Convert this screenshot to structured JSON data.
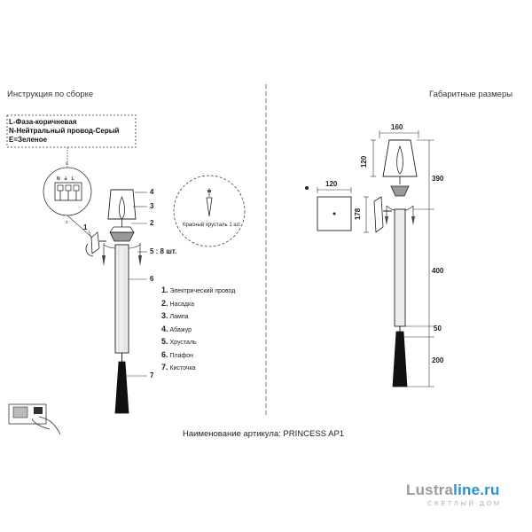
{
  "left_header": "Инструкция по сборке",
  "right_header": "Габаритные размеры",
  "wiring": [
    "L-Фаза-коричневая",
    "N-Нейтральный провод-Серый",
    "E=Зеленое"
  ],
  "terminal_labels": [
    "N",
    "⏚",
    "L"
  ],
  "crystal_note": "Красный хрусталь 1 шт.",
  "callouts": [
    "4",
    "3",
    "2",
    "5 : 8 шт.",
    "6",
    "1",
    "7"
  ],
  "legend": [
    {
      "num": "1.",
      "text": "Электрический провод"
    },
    {
      "num": "2.",
      "text": "Насадка"
    },
    {
      "num": "3.",
      "text": "Лампа"
    },
    {
      "num": "4.",
      "text": "Абажур"
    },
    {
      "num": "5.",
      "text": "Хрусталь"
    },
    {
      "num": "6.",
      "text": "Плафон"
    },
    {
      "num": "7.",
      "text": "Кисточка"
    }
  ],
  "dimensions": {
    "shade_width": "160",
    "shade_height": "120",
    "base_width": "120",
    "bracket_height": "178",
    "upper_height": "390",
    "rod_length": "400",
    "cap_length": "50",
    "tassel_length": "200"
  },
  "article_label": "Наименование артикула: PRINCESS AP1",
  "logo": {
    "part1": "Lustra",
    "part2": "line.ru",
    "tagline": "СВЕТЛЫЙ ДОМ",
    "color1": "#9a9a9a",
    "color2": "#2a8fd6"
  }
}
